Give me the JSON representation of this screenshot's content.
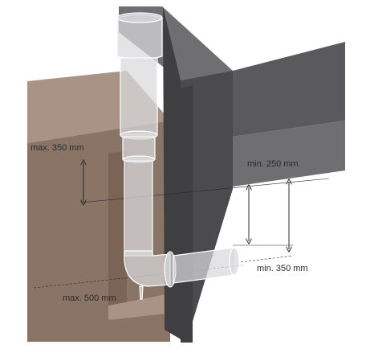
{
  "labels": {
    "max_350": "max. 350 mm",
    "min_250": "min. 250 mm",
    "min_350": "min. 350 mm",
    "max_500": "max. 500 mm"
  },
  "colors": {
    "wall_front": "#3f3e40",
    "wall_top": "#6f6e70",
    "wall_right": "#5a595b",
    "wall_side": "#4b4a4c",
    "brown_front": "#8a7466",
    "brown_top": "#a89384",
    "brown_side": "#796456",
    "pipe_fill": "#d9d9dc",
    "pipe_stroke": "#ffffff",
    "dim_line": "#2b2b2b"
  }
}
